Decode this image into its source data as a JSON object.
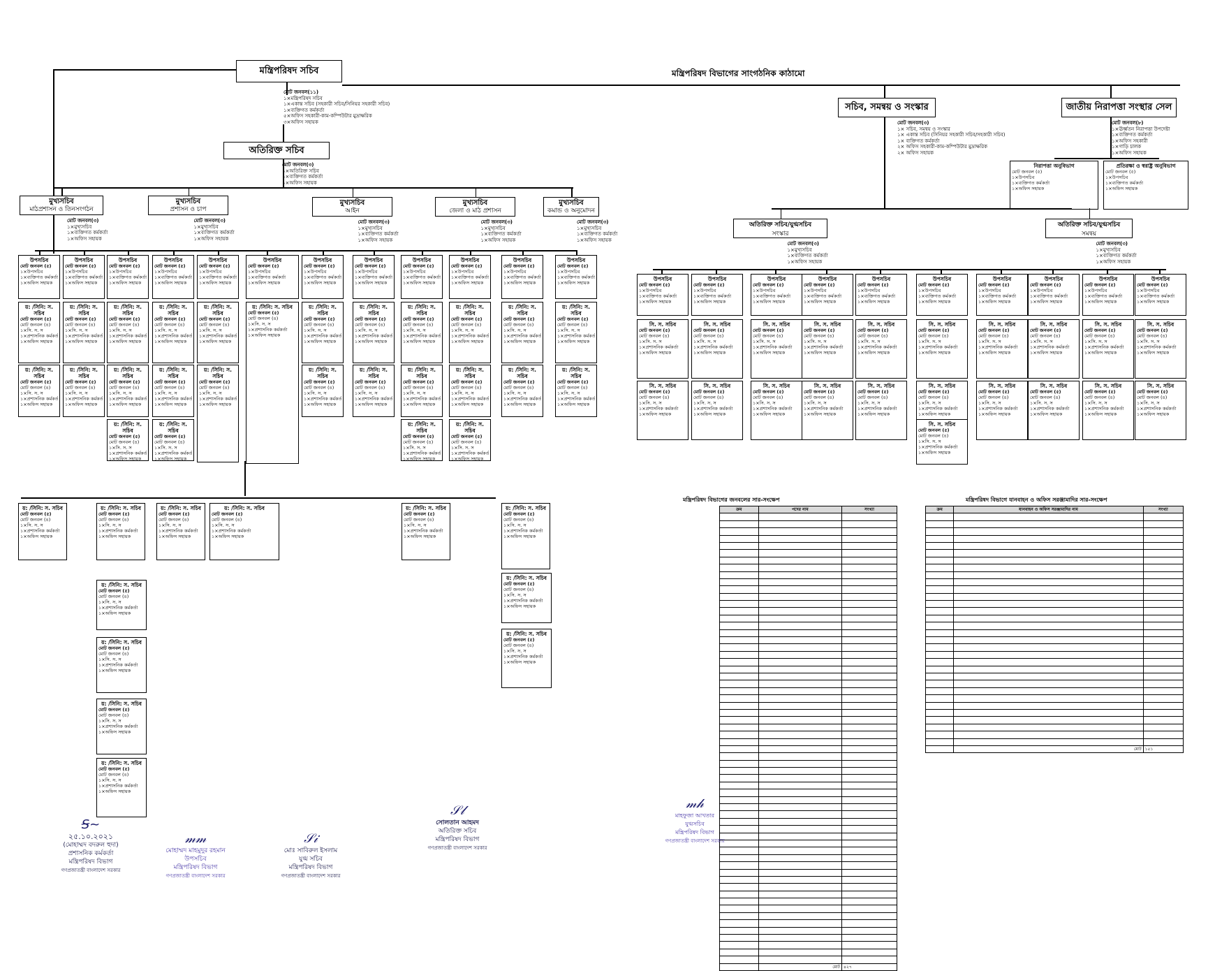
{
  "page_title": "মন্ত্রিপরিষদ বিভাগের সাংগঠনিক কাঠামো",
  "top": {
    "cab_sec": "মন্ত্রিপরিষদ সচিব",
    "cab_sec_note": [
      "মোট জনবল(১১)",
      "১×মন্ত্রিপরিষদ সচিব",
      "১×একান্ত সচিব (সহকারী সচিব/সিনিয়র সহকারী সচিব)",
      "১×ব্যক্তিগত কর্মকর্তা",
      "৫×অফিস সহকারী-কাম-কম্পিউটার মুদ্রাক্ষরিক",
      "৩×অফিস সহায়ক"
    ],
    "add_sec": "অতিরিক্ত সচিব",
    "add_sec_note": [
      "মোট জনবল(৩)",
      "১×অতিরিক্ত সচিব",
      "১×ব্যক্তিগত কর্মকর্তা",
      "১×অফিস সহায়ক"
    ],
    "sec_coord": "সচিব, সমন্বয় ও সংস্কার",
    "sec_coord_note": [
      "মোট জনবল(৩)",
      "১× সচিব, সমন্বয় ও সংস্কার",
      "১× একান্ত সচিব (সিনিয়র সহকারী সচিব/সহকারী সচিব)",
      "১× ব্যক্তিগত কর্মকর্তা",
      "২× অফিস সহকারী-কাম-কম্পিউটার মুদ্রাক্ষরিক",
      "২× অফিস সহায়ক"
    ],
    "nsc": "জাতীয় নিরাপত্তা সংস্থার সেল",
    "nsc_note": [
      "মোট জনবল(৮)",
      "১×ঊর্ধ্বতন নিরাপত্তা উপদেষ্টা",
      "১×ব্যক্তিগত কর্মকর্তা",
      "১×অফিস সহকারী",
      "১×গাড়ি চালক",
      "১×অফিস সহায়ক"
    ]
  },
  "chiefs": [
    {
      "title": "মুখ্যসচিব",
      "sub": "মাঠপ্রশাসন ও তিনসংগঠন"
    },
    {
      "title": "মুখ্যসচিব",
      "sub": "প্রশাসন ও চাপ"
    },
    {
      "title": "মুখ্যসচিব",
      "sub": "আইন"
    },
    {
      "title": "মুখ্যসচিব",
      "sub": "জেলা ও মাঠ প্রশাসন"
    },
    {
      "title": "মুখ্যসচিব",
      "sub": "কমান্ড ও অনুমোদন"
    }
  ],
  "chief_note": [
    "মোট জনবল(৩)",
    "১×মুখ্যসচিব",
    "১×ব্যক্তিগত কর্মকর্তা",
    "১×অফিস সহায়ক"
  ],
  "right_heads": [
    {
      "title": "অতিরিক্ত সচিব/যুগ্মসচিব",
      "sub": "সংস্কার"
    },
    {
      "title": "অতিরিক্ত সচিব/যুগ্মসচিব",
      "sub": "সমন্বয়"
    }
  ],
  "nsc_wings": [
    "নিরাপত্তা অনুবিভাগ",
    "প্রতিরক্ষা ও স্বরাষ্ট্র অনুবিভাগ"
  ],
  "unit_label": "মোট জনবল (৫)",
  "unit_lines": [
    "১×উপসচিব",
    "১×ব্যক্তিগত কর্মকর্তা",
    "১×অফিস সহায়ক"
  ],
  "sub_label": "সি. স. সচিব",
  "sub_lines": [
    "মোট জনবল (৪)",
    "১×সি. স. স",
    "১×প্রশাসনিক কর্মকর্তা",
    "১×অফিস সহায়ক"
  ],
  "upasachib": "উপসচিব",
  "asachib": "য়: /সিনি: স. সচিব",
  "summary1": {
    "title": "মন্ত্রিপরিষদ বিভাগের জনবলের সার-সংক্ষেপ",
    "col1": "ক্রম",
    "col2": "পদের নাম",
    "col3": "সংখ্যা",
    "total_label": "মোট",
    "total": "৪২৭"
  },
  "summary2": {
    "title": "মন্ত্রিপরিষদ বিভাগে যানবাহন ও অফিস সরঞ্জামাদির সার-সংক্ষেপ",
    "col1": "ক্রম",
    "col2": "যানবাহন ও অফিস সরঞ্জামাদির নাম",
    "col3": "সংখ্যা",
    "total_label": "মোট",
    "total": "১৫১"
  },
  "signatures": [
    {
      "date": "২৫.১০.২০২১",
      "name": "(মোহাম্মদ বদরুল হুদা)",
      "role": "প্রশাসনিক কর্মকর্তা",
      "org": "মন্ত্রিপরিষদ বিভাগ",
      "gov": "গণপ্রজাতন্ত্রী বাংলাদেশ সরকার"
    },
    {
      "date": "",
      "name": "মোহাম্মদ মাহমুদুর রহমান",
      "role": "উপসচিব",
      "org": "মন্ত্রিপরিষদ বিভাগ",
      "gov": "গণপ্রজাতন্ত্রী বাংলাদেশ সরকার"
    },
    {
      "date": "",
      "name": "মোঃ সাবিরুল ইসলাম",
      "role": "যুগ্ম সচিব",
      "org": "মন্ত্রিপরিষদ বিভাগ",
      "gov": "গণপ্রজাতন্ত্রী বাংলাদেশ সরকার"
    },
    {
      "date": "",
      "name": "সোলতান আহমদ",
      "role": "অতিরিক্ত সচিব",
      "org": "মন্ত্রিপরিষদ বিভাগ",
      "gov": "গণপ্রজাতন্ত্রী বাংলাদেশ সরকার"
    },
    {
      "date": "",
      "name": "মাহফুজা আখতার",
      "role": "যুগ্মসচিব",
      "org": "মন্ত্রিপরিষদ বিভাগ",
      "gov": "গণপ্রজাতন্ত্রী বাংলাদেশ সরকার"
    }
  ]
}
